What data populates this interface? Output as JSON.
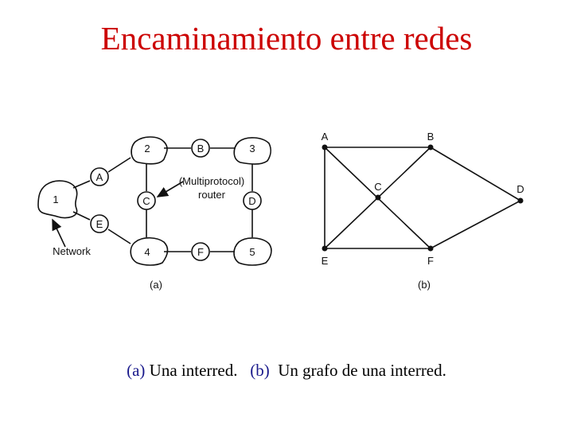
{
  "title": "Encaminamiento entre redes",
  "figure_a": {
    "networks": [
      "1",
      "2",
      "3",
      "4",
      "5"
    ],
    "routers": [
      "A",
      "B",
      "C",
      "D",
      "E",
      "F"
    ],
    "router_annotation_line1": "(Multiprotocol)",
    "router_annotation_line2": "router",
    "network_annotation": "Network",
    "label": "(a)"
  },
  "figure_b": {
    "nodes": [
      "A",
      "B",
      "C",
      "D",
      "E",
      "F"
    ],
    "label": "(b)"
  },
  "caption": {
    "part_a_tag": "(a)",
    "part_a_text": " Una interred.",
    "part_b_tag": "(b)",
    "part_b_text": "  Un grafo de una interred."
  }
}
